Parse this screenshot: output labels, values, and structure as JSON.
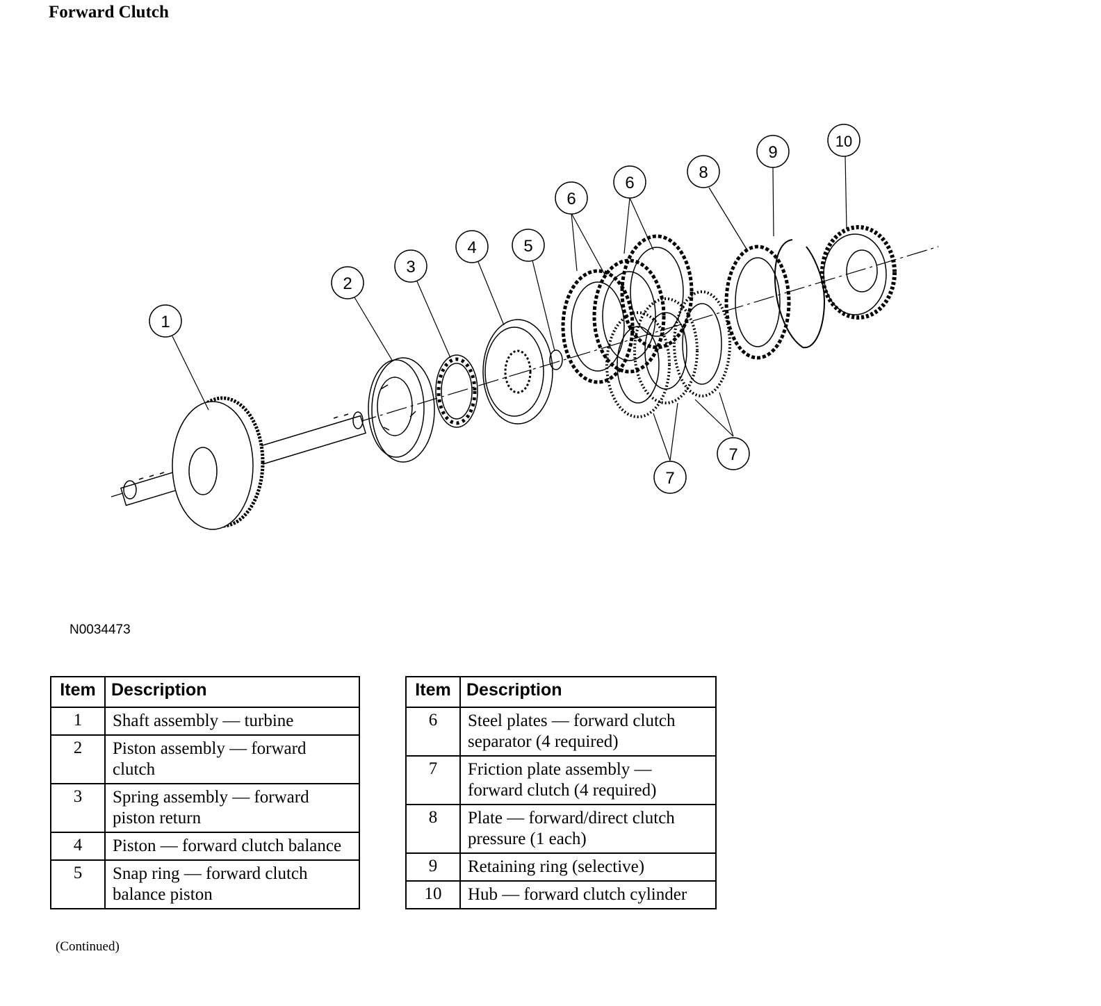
{
  "title": "Forward Clutch",
  "figure_code": "N0034473",
  "callouts": [
    "1",
    "2",
    "3",
    "4",
    "5",
    "6",
    "6",
    "7",
    "7",
    "8",
    "9",
    "10"
  ],
  "table_headers": {
    "item": "Item",
    "description": "Description"
  },
  "table_left": [
    {
      "item": "1",
      "description": "Shaft assembly — turbine"
    },
    {
      "item": "2",
      "description": "Piston assembly — forward clutch"
    },
    {
      "item": "3",
      "description": "Spring assembly — forward piston return"
    },
    {
      "item": "4",
      "description": "Piston — forward clutch balance"
    },
    {
      "item": "5",
      "description": "Snap ring — forward clutch balance piston"
    }
  ],
  "table_right": [
    {
      "item": "6",
      "description": "Steel plates — forward clutch separator (4 required)"
    },
    {
      "item": "7",
      "description": "Friction plate assembly — forward clutch (4 required)"
    },
    {
      "item": "8",
      "description": "Plate — forward/direct clutch pressure (1 each)"
    },
    {
      "item": "9",
      "description": "Retaining ring (selective)"
    },
    {
      "item": "10",
      "description": "Hub — forward clutch cylinder"
    }
  ],
  "continued": "(Continued)"
}
